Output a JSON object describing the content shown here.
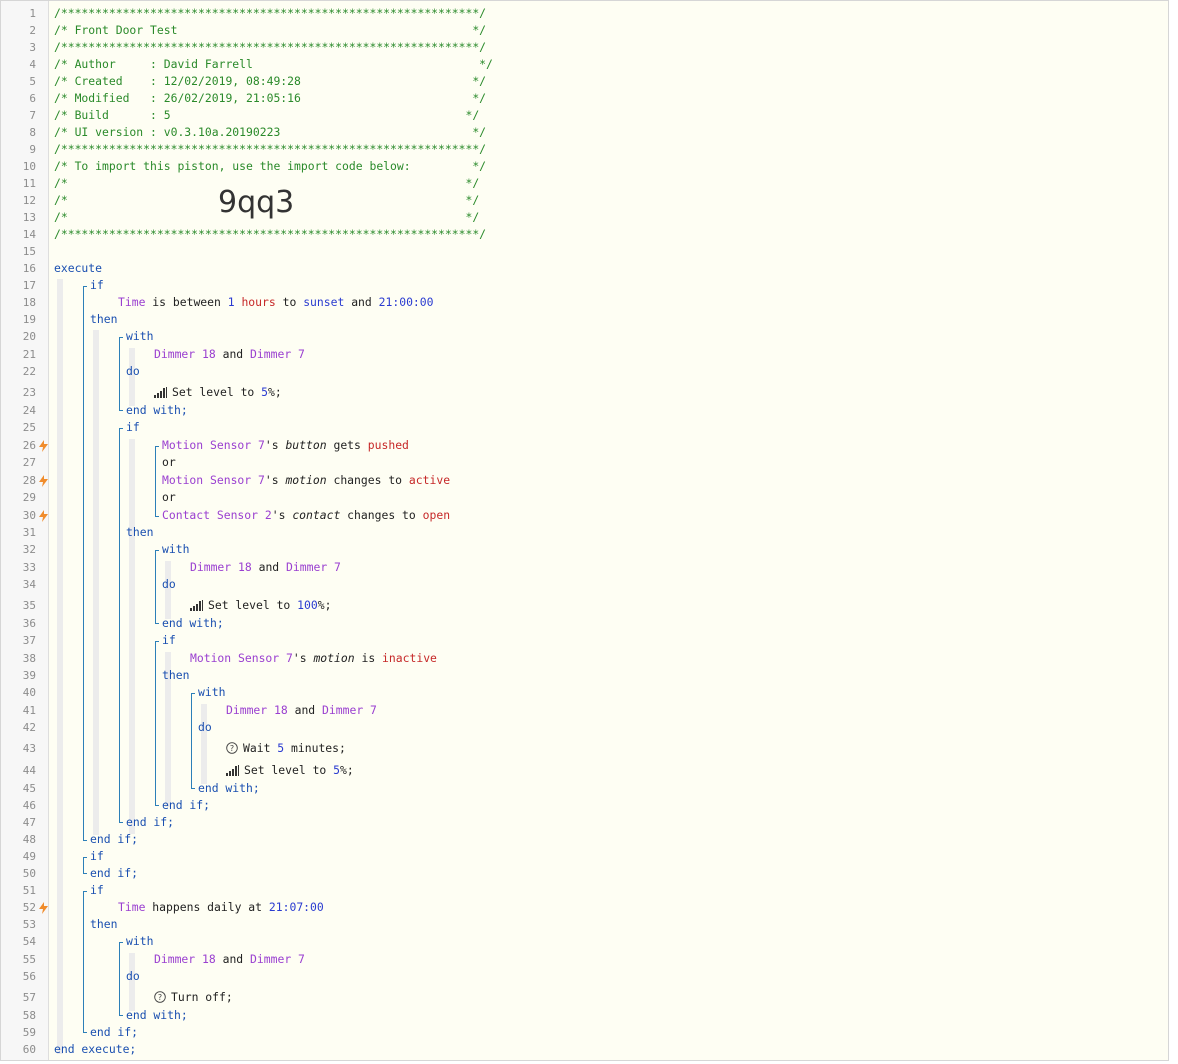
{
  "line_numbers": [
    "1",
    "2",
    "3",
    "4",
    "5",
    "6",
    "7",
    "8",
    "9",
    "10",
    "11",
    "12",
    "13",
    "14",
    "15",
    "16",
    "17",
    "18",
    "19",
    "20",
    "21",
    "22",
    "23",
    "24",
    "25",
    "26",
    "27",
    "28",
    "29",
    "30",
    "31",
    "32",
    "33",
    "34",
    "35",
    "36",
    "37",
    "38",
    "39",
    "40",
    "41",
    "42",
    "43",
    "44",
    "45",
    "46",
    "47",
    "48",
    "49",
    "50",
    "51",
    "52",
    "53",
    "54",
    "55",
    "56",
    "57",
    "58",
    "59",
    "60"
  ],
  "trigger_lines": [
    "26",
    "28",
    "30",
    "52"
  ],
  "header": {
    "border": "/*************************************************************/",
    "title": "/* Front Door Test                                           */",
    "author": "/* Author     : David Farrell                                 */",
    "created": "/* Created    : 12/02/2019, 08:49:28                         */",
    "modified": "/* Modified   : 26/02/2019, 21:05:16                         */",
    "build": "/* Build      : 5                                           */",
    "ui_version": "/* UI version : v0.3.10a.20190223                            */",
    "import_note": "/* To import this piston, use the import code below:         */",
    "blank_comment": "/*                                                          */",
    "import_code": "9qq3"
  },
  "keywords": {
    "execute": "execute",
    "if": "if",
    "then": "then",
    "with": "with",
    "do": "do",
    "end_with": "end with;",
    "end_if": "end if;",
    "end_execute": "end execute;",
    "or": "or",
    "and": "and"
  },
  "devices": {
    "dimmer_18": "Dimmer 18",
    "dimmer_7": "Dimmer 7",
    "motion_7": "Motion Sensor 7",
    "contact_2": "Contact Sensor 2",
    "time": "Time"
  },
  "condition1": {
    "a": "is between",
    "n": "1",
    "unit": "hours",
    "b": "to",
    "sunset": "sunset",
    "c": "and",
    "time": "21:00:00"
  },
  "task_level_low": {
    "text": "Set level to ",
    "value": "5",
    "suffix": "%;"
  },
  "task_level_high": {
    "text": "Set level to ",
    "value": "100",
    "suffix": "%;"
  },
  "trig1": {
    "poss": "'s ",
    "attr": "button",
    "verb": " gets ",
    "value": "pushed"
  },
  "trig2": {
    "poss": "'s ",
    "attr": "motion",
    "verb": " changes to ",
    "value": "active"
  },
  "trig3": {
    "poss": "'s ",
    "attr": "contact",
    "verb": " changes to ",
    "value": "open"
  },
  "cond_inactive": {
    "poss": "'s ",
    "attr": "motion",
    "verb": " is ",
    "value": "inactive"
  },
  "wait": {
    "text": "Wait ",
    "value": "5",
    "suffix": " minutes;"
  },
  "daily": {
    "text": " happens daily at ",
    "time": "21:07:00"
  },
  "turn_off": "Turn off;",
  "colors": {
    "comment": "#2a8a2a",
    "keyword": "#1a4fb0",
    "device": "#9a3fd0",
    "number": "#2a3bd0",
    "value": "#c62828",
    "bracket": "#2c7fb8",
    "trigger": "#f08c2c",
    "background": "#fefef3"
  },
  "icons": {
    "level": "signal-bars-icon",
    "wait": "help-circle-icon",
    "turn_off": "help-circle-icon",
    "trigger": "lightning-bolt-icon"
  }
}
